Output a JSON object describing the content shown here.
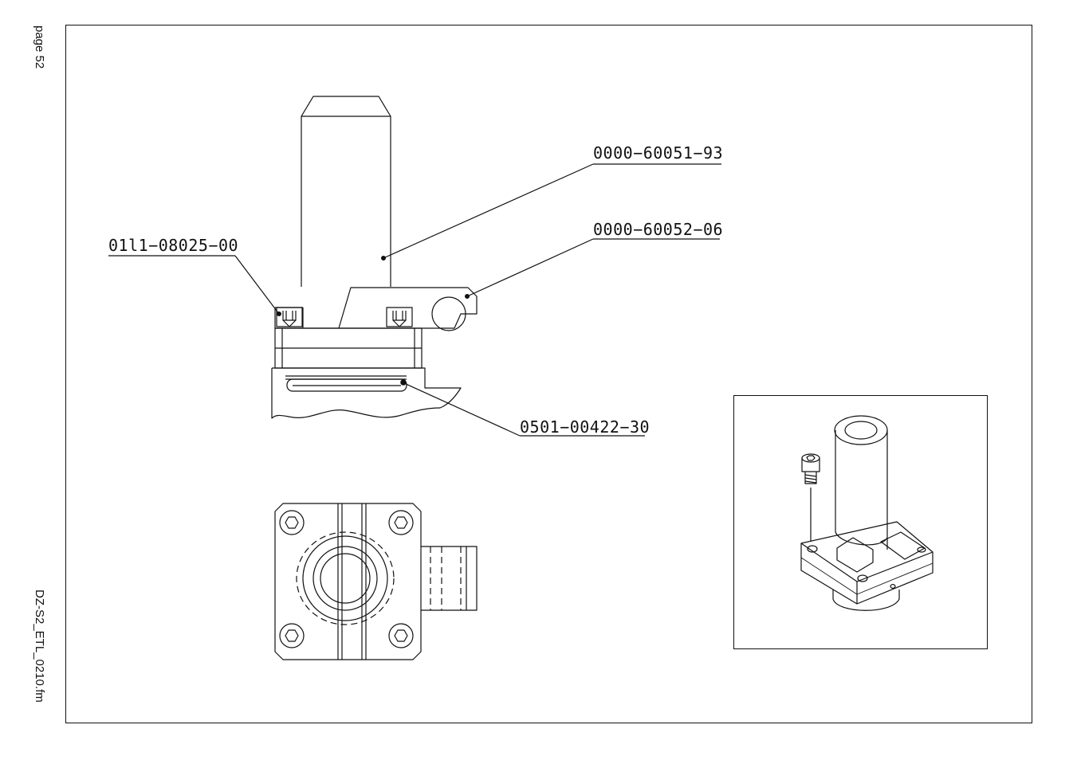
{
  "page_label": "page 52",
  "file_label": "DZ-S2_ETL_0210.fm",
  "callouts": {
    "part_1": "0000−60051−93",
    "part_2": "0000−60052−06",
    "part_3": "01l1−08025−00",
    "part_4": "0501−00422−30"
  },
  "colors": {
    "line": "#111111",
    "background": "#ffffff"
  }
}
